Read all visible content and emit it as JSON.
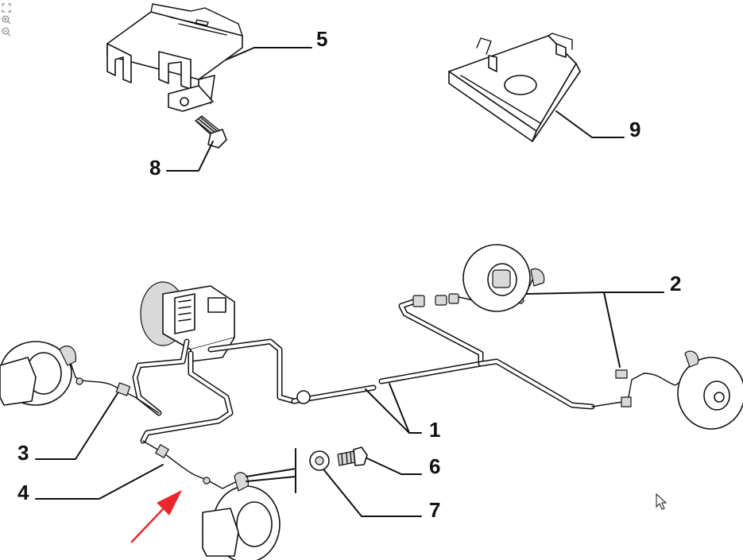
{
  "toolbar": {
    "fit_icon": "fit-page-icon",
    "zoom_in_icon": "zoom-in-icon",
    "zoom_out_icon": "zoom-out-icon"
  },
  "diagram": {
    "callouts": [
      {
        "label": "1",
        "part": "brake-pipe-assembly"
      },
      {
        "label": "2",
        "part": "rear-speed-sensor-cable"
      },
      {
        "label": "3",
        "part": "front-right-sensor-cable"
      },
      {
        "label": "4",
        "part": "front-left-sensor-cable"
      },
      {
        "label": "5",
        "part": "mounting-bracket"
      },
      {
        "label": "6",
        "part": "bolt"
      },
      {
        "label": "7",
        "part": "washer"
      },
      {
        "label": "8",
        "part": "screw"
      },
      {
        "label": "9",
        "part": "support-plate"
      }
    ],
    "arrow_color": "#e8262b",
    "line_color": "#111111"
  }
}
